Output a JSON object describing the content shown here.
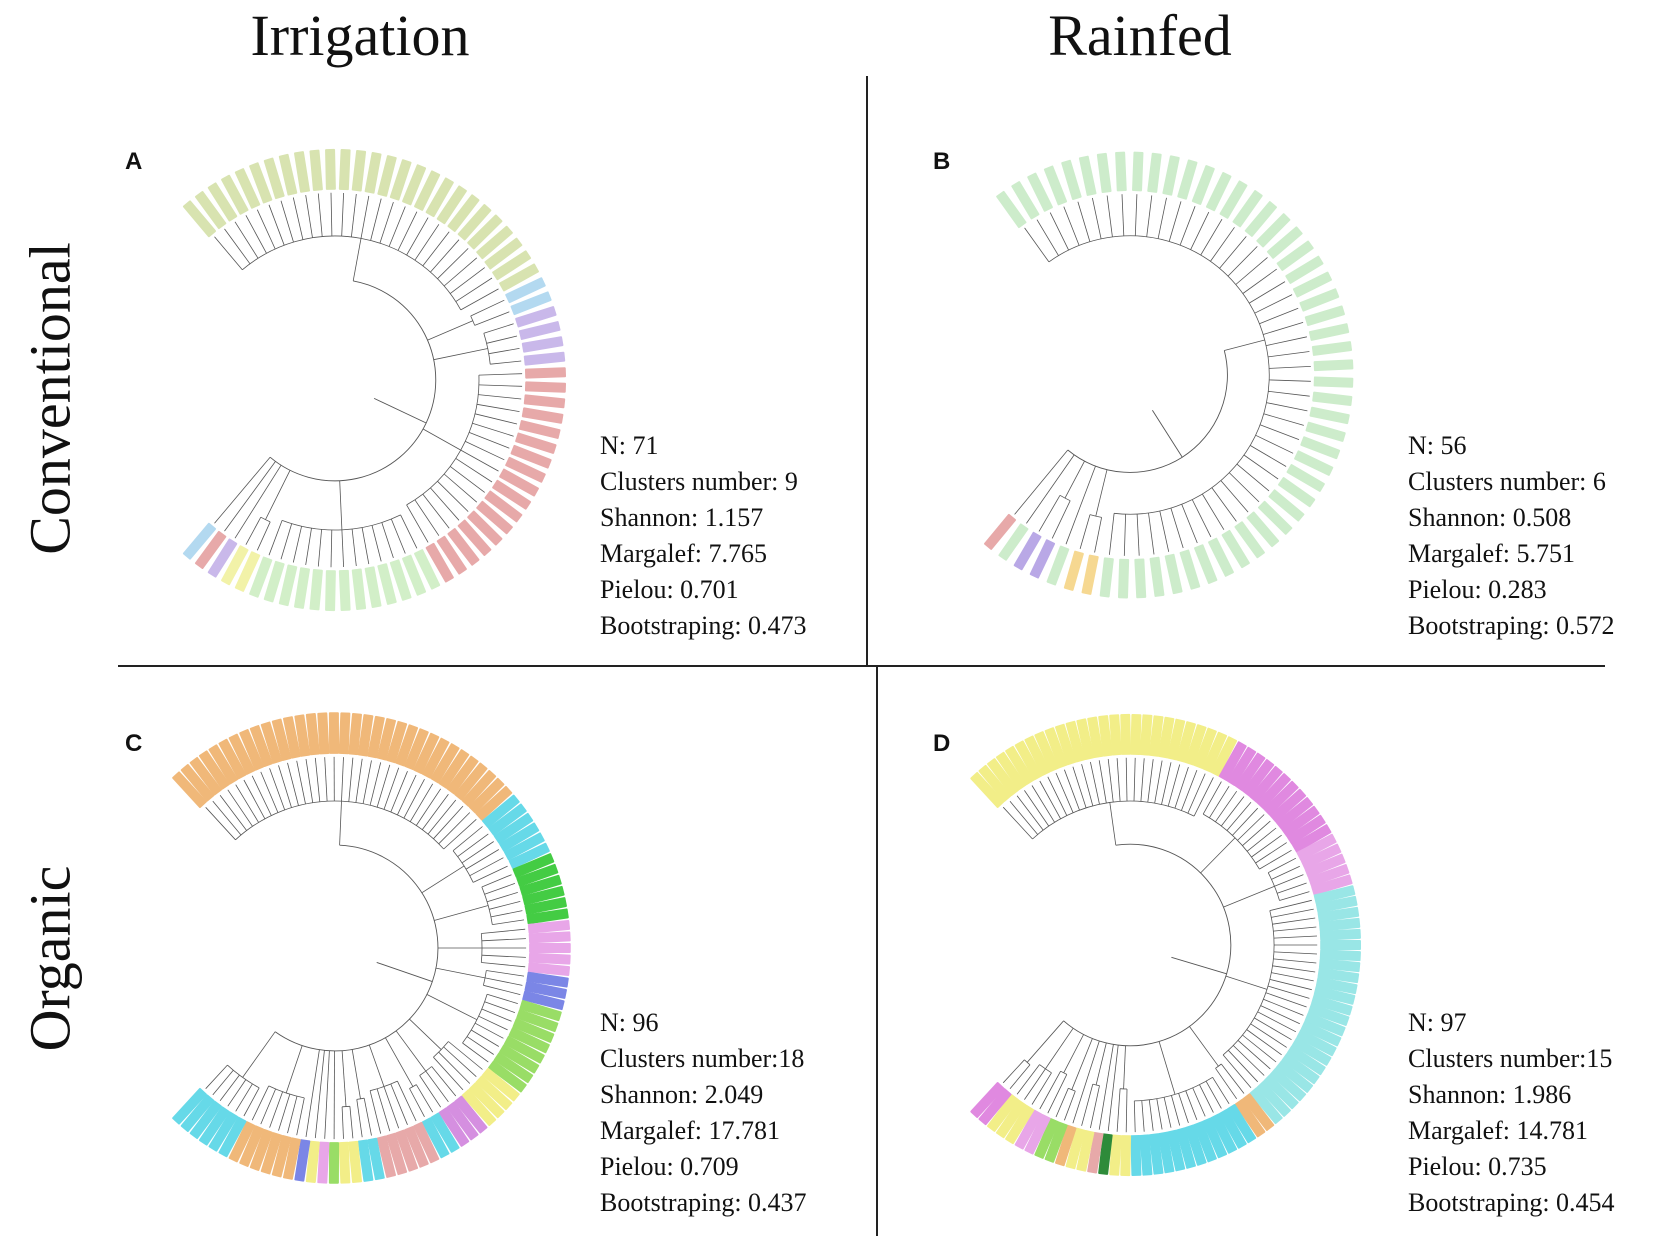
{
  "columns": {
    "irrigation": "Irrigation",
    "rainfed": "Rainfed"
  },
  "rows": {
    "conventional": "Conventional",
    "organic": "Organic"
  },
  "panels": [
    {
      "letter": "A",
      "stats": [
        "N: 71",
        "Clusters number: 9",
        "Shannon: 1.157",
        "Margalef: 7.765",
        "Pielou: 0.701",
        "Bootstraping: 0.473"
      ],
      "clusters": [
        {
          "color": "#d8e3b0",
          "count": 27
        },
        {
          "color": "#b3d9f0",
          "count": 2
        },
        {
          "color": "#c9b8ea",
          "count": 4
        },
        {
          "color": "#e7a9a9",
          "count": 17
        },
        {
          "color": "#d2efc8",
          "count": 13
        },
        {
          "color": "#f2f2a8",
          "count": 2
        },
        {
          "color": "#c9b8ea",
          "count": 1
        },
        {
          "color": "#e7a9a9",
          "count": 1
        },
        {
          "color": "#b3d9f0",
          "count": 1
        }
      ]
    },
    {
      "letter": "B",
      "stats": [
        "N: 56",
        "Clusters number: 6",
        "Shannon: 0.508",
        "Margalef: 5.751",
        "Pielou: 0.283",
        "Bootstraping: 0.572"
      ],
      "clusters": [
        {
          "color": "#cdeccb",
          "count": 48
        },
        {
          "color": "#f6d891",
          "count": 2
        },
        {
          "color": "#cdeccb",
          "count": 1
        },
        {
          "color": "#b9a8e6",
          "count": 2
        },
        {
          "color": "#cdeccb",
          "count": 1
        },
        {
          "color": "#e7a9a9",
          "count": 1
        }
      ]
    },
    {
      "letter": "C",
      "stats": [
        "N: 96",
        "Clusters number:18",
        "Shannon: 2.049",
        "Margalef: 17.781",
        "Pielou: 0.709",
        "Bootstraping: 0.437"
      ],
      "clusters": [
        {
          "color": "#f0b879",
          "count": 33
        },
        {
          "color": "#66d9e8",
          "count": 6
        },
        {
          "color": "#44cc44",
          "count": 6
        },
        {
          "color": "#e8a6e8",
          "count": 5
        },
        {
          "color": "#7b86e6",
          "count": 3
        },
        {
          "color": "#99dd66",
          "count": 8
        },
        {
          "color": "#f2ee88",
          "count": 4
        },
        {
          "color": "#d58fe0",
          "count": 3
        },
        {
          "color": "#66d9e8",
          "count": 2
        },
        {
          "color": "#e7a9a9",
          "count": 5
        },
        {
          "color": "#66d9e8",
          "count": 2
        },
        {
          "color": "#f2ee88",
          "count": 2
        },
        {
          "color": "#99dd66",
          "count": 1
        },
        {
          "color": "#e8a6e8",
          "count": 1
        },
        {
          "color": "#f2ee88",
          "count": 1
        },
        {
          "color": "#7b86e6",
          "count": 1
        },
        {
          "color": "#f0b879",
          "count": 6
        },
        {
          "color": "#66d9e8",
          "count": 6
        }
      ]
    },
    {
      "letter": "D",
      "stats": [
        "N: 97",
        "Clusters number:15",
        "Shannon: 1.986",
        "Margalef: 14.781",
        "Pielou: 0.735",
        "Bootstraping: 0.454"
      ],
      "clusters": [
        {
          "color": "#f2ee88",
          "count": 26
        },
        {
          "color": "#e089e0",
          "count": 12
        },
        {
          "color": "#e8a6e8",
          "count": 5
        },
        {
          "color": "#99e6e6",
          "count": 24
        },
        {
          "color": "#f0b879",
          "count": 2
        },
        {
          "color": "#66d9e8",
          "count": 12
        },
        {
          "color": "#f2ee88",
          "count": 2
        },
        {
          "color": "#2e8b3a",
          "count": 1
        },
        {
          "color": "#e7a9a9",
          "count": 1
        },
        {
          "color": "#f2ee88",
          "count": 2
        },
        {
          "color": "#f0b879",
          "count": 1
        },
        {
          "color": "#99dd66",
          "count": 2
        },
        {
          "color": "#e8a6e8",
          "count": 2
        },
        {
          "color": "#f2ee88",
          "count": 3
        },
        {
          "color": "#e089e0",
          "count": 2
        }
      ]
    }
  ]
}
